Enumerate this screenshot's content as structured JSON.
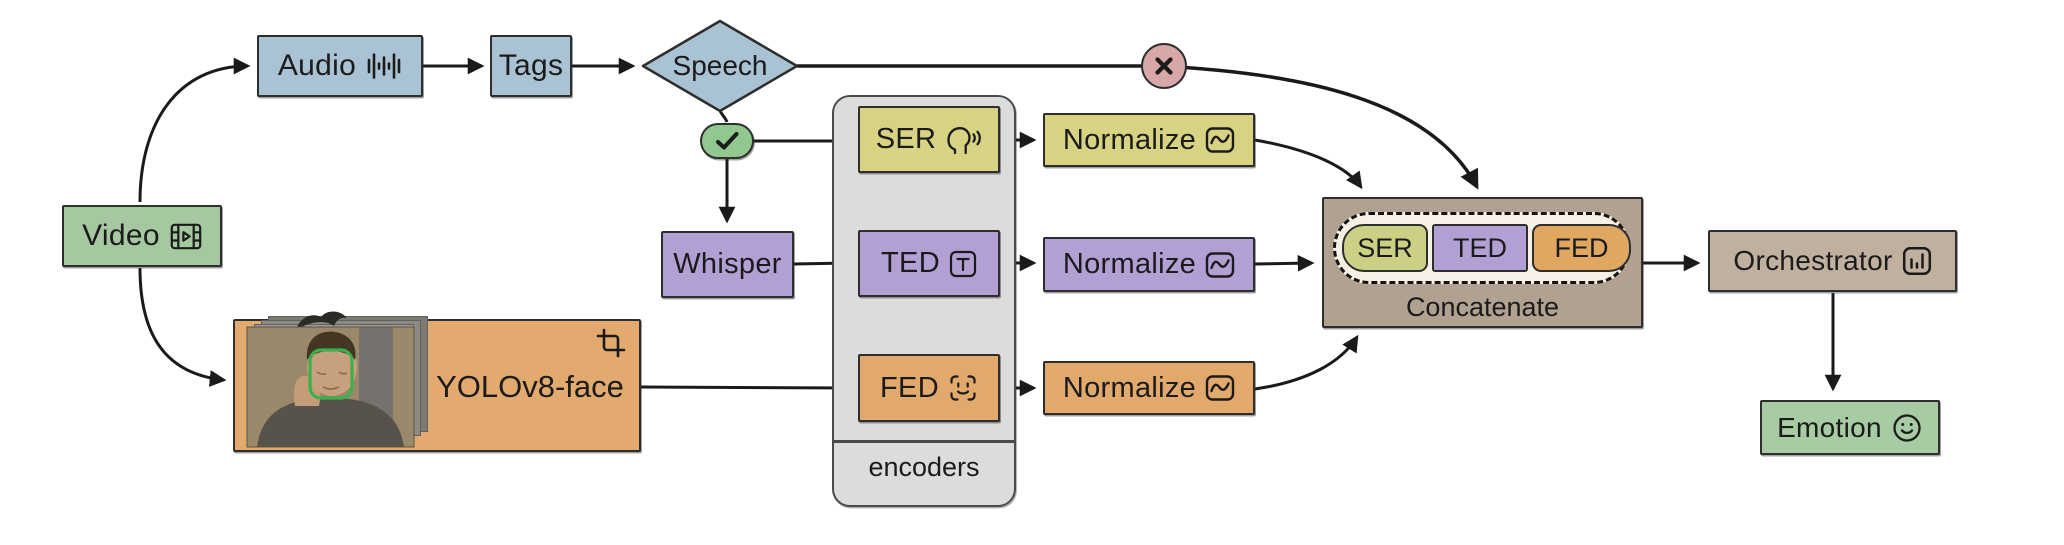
{
  "diagram": {
    "description": "Multimodal emotion recognition pipeline flowchart",
    "nodes": {
      "video": {
        "label": "Video",
        "color": "#a5c8a0",
        "icon": "film-icon"
      },
      "audio": {
        "label": "Audio",
        "color": "#a9c3d4",
        "icon": "waveform-icon"
      },
      "tags": {
        "label": "Tags",
        "color": "#a9c3d4"
      },
      "speech": {
        "label": "Speech",
        "color": "#a9c3d4",
        "shape": "diamond"
      },
      "speech_yes": {
        "icon": "check-icon",
        "color": "#90c890"
      },
      "speech_no": {
        "icon": "x-icon",
        "color": "#d8a7a7"
      },
      "whisper": {
        "label": "Whisper",
        "color": "#b2a0d5"
      },
      "encoders": {
        "label": "encoders",
        "color": "#dcdcdc"
      },
      "ser": {
        "label": "SER",
        "color": "#d7d383",
        "icon": "listening-head-icon"
      },
      "ted": {
        "label": "TED",
        "color": "#b2a0d5",
        "icon": "text-icon"
      },
      "fed": {
        "label": "FED",
        "color": "#e2a96c",
        "icon": "face-id-icon"
      },
      "normalize_ser": {
        "label": "Normalize",
        "color": "#d7d383",
        "icon": "wave-icon"
      },
      "normalize_ted": {
        "label": "Normalize",
        "color": "#b2a0d5",
        "icon": "wave-icon"
      },
      "normalize_fed": {
        "label": "Normalize",
        "color": "#e2a96c",
        "icon": "wave-icon"
      },
      "yolo": {
        "label": "YOLOv8-face",
        "color": "#e2aa6e",
        "icon": "crop-icon"
      },
      "concatenate": {
        "label": "Concatenate",
        "color": "#b1a190",
        "chips": [
          {
            "label": "SER",
            "color": "#ccd084"
          },
          {
            "label": "TED",
            "color": "#b2a0d5"
          },
          {
            "label": "FED",
            "color": "#dfa75f"
          }
        ]
      },
      "orchestrator": {
        "label": "Orchestrator",
        "color": "#c0b0a0",
        "icon": "bar-chart-icon"
      },
      "emotion": {
        "label": "Emotion",
        "color": "#a7cba2",
        "icon": "smiley-icon"
      }
    },
    "edges": [
      {
        "from": "Video",
        "to": "Audio"
      },
      {
        "from": "Video",
        "to": "YOLOv8-face"
      },
      {
        "from": "Audio",
        "to": "Tags"
      },
      {
        "from": "Tags",
        "to": "Speech"
      },
      {
        "from": "Speech",
        "to": "Concatenate",
        "via": "no-speech-x"
      },
      {
        "from": "Speech",
        "to": "check"
      },
      {
        "from": "check",
        "to": "SER"
      },
      {
        "from": "check",
        "to": "Whisper"
      },
      {
        "from": "Whisper",
        "to": "TED"
      },
      {
        "from": "SER",
        "to": "Normalize"
      },
      {
        "from": "TED",
        "to": "Normalize"
      },
      {
        "from": "FED",
        "to": "Normalize"
      },
      {
        "from": "YOLOv8-face",
        "to": "FED"
      },
      {
        "from": "Normalize (SER)",
        "to": "Concatenate"
      },
      {
        "from": "Normalize (TED)",
        "to": "Concatenate"
      },
      {
        "from": "Normalize (FED)",
        "to": "Concatenate"
      },
      {
        "from": "Concatenate",
        "to": "Orchestrator"
      },
      {
        "from": "Orchestrator",
        "to": "Emotion"
      }
    ],
    "line_color": "#1a1a1a"
  }
}
